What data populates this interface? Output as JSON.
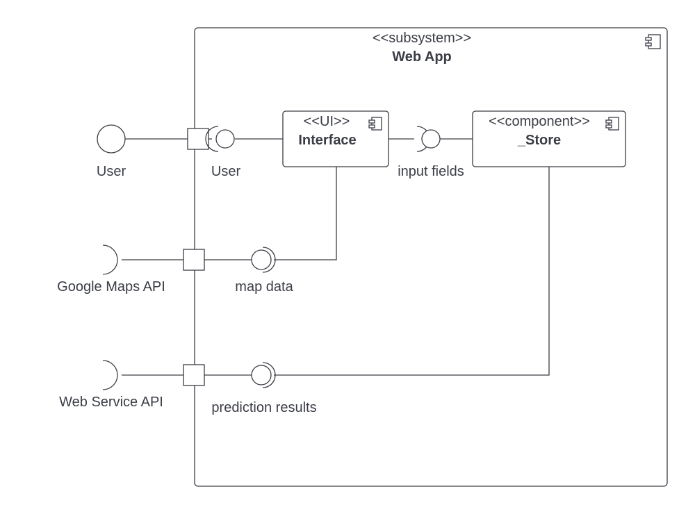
{
  "subsystem": {
    "stereotype": "<<subsystem>>",
    "name": "Web App"
  },
  "components": {
    "interface": {
      "stereotype": "<<UI>>",
      "name": "Interface"
    },
    "store": {
      "stereotype": "<<component>>",
      "name": "_Store"
    }
  },
  "external": {
    "user": "User",
    "google_maps": "Google Maps API",
    "web_service": "Web Service API"
  },
  "interfaces": {
    "user": "User",
    "input_fields": "input fields",
    "map_data": "map data",
    "prediction_results": "prediction results"
  },
  "colors": {
    "stroke": "#3a3d45",
    "background": "#ffffff"
  }
}
